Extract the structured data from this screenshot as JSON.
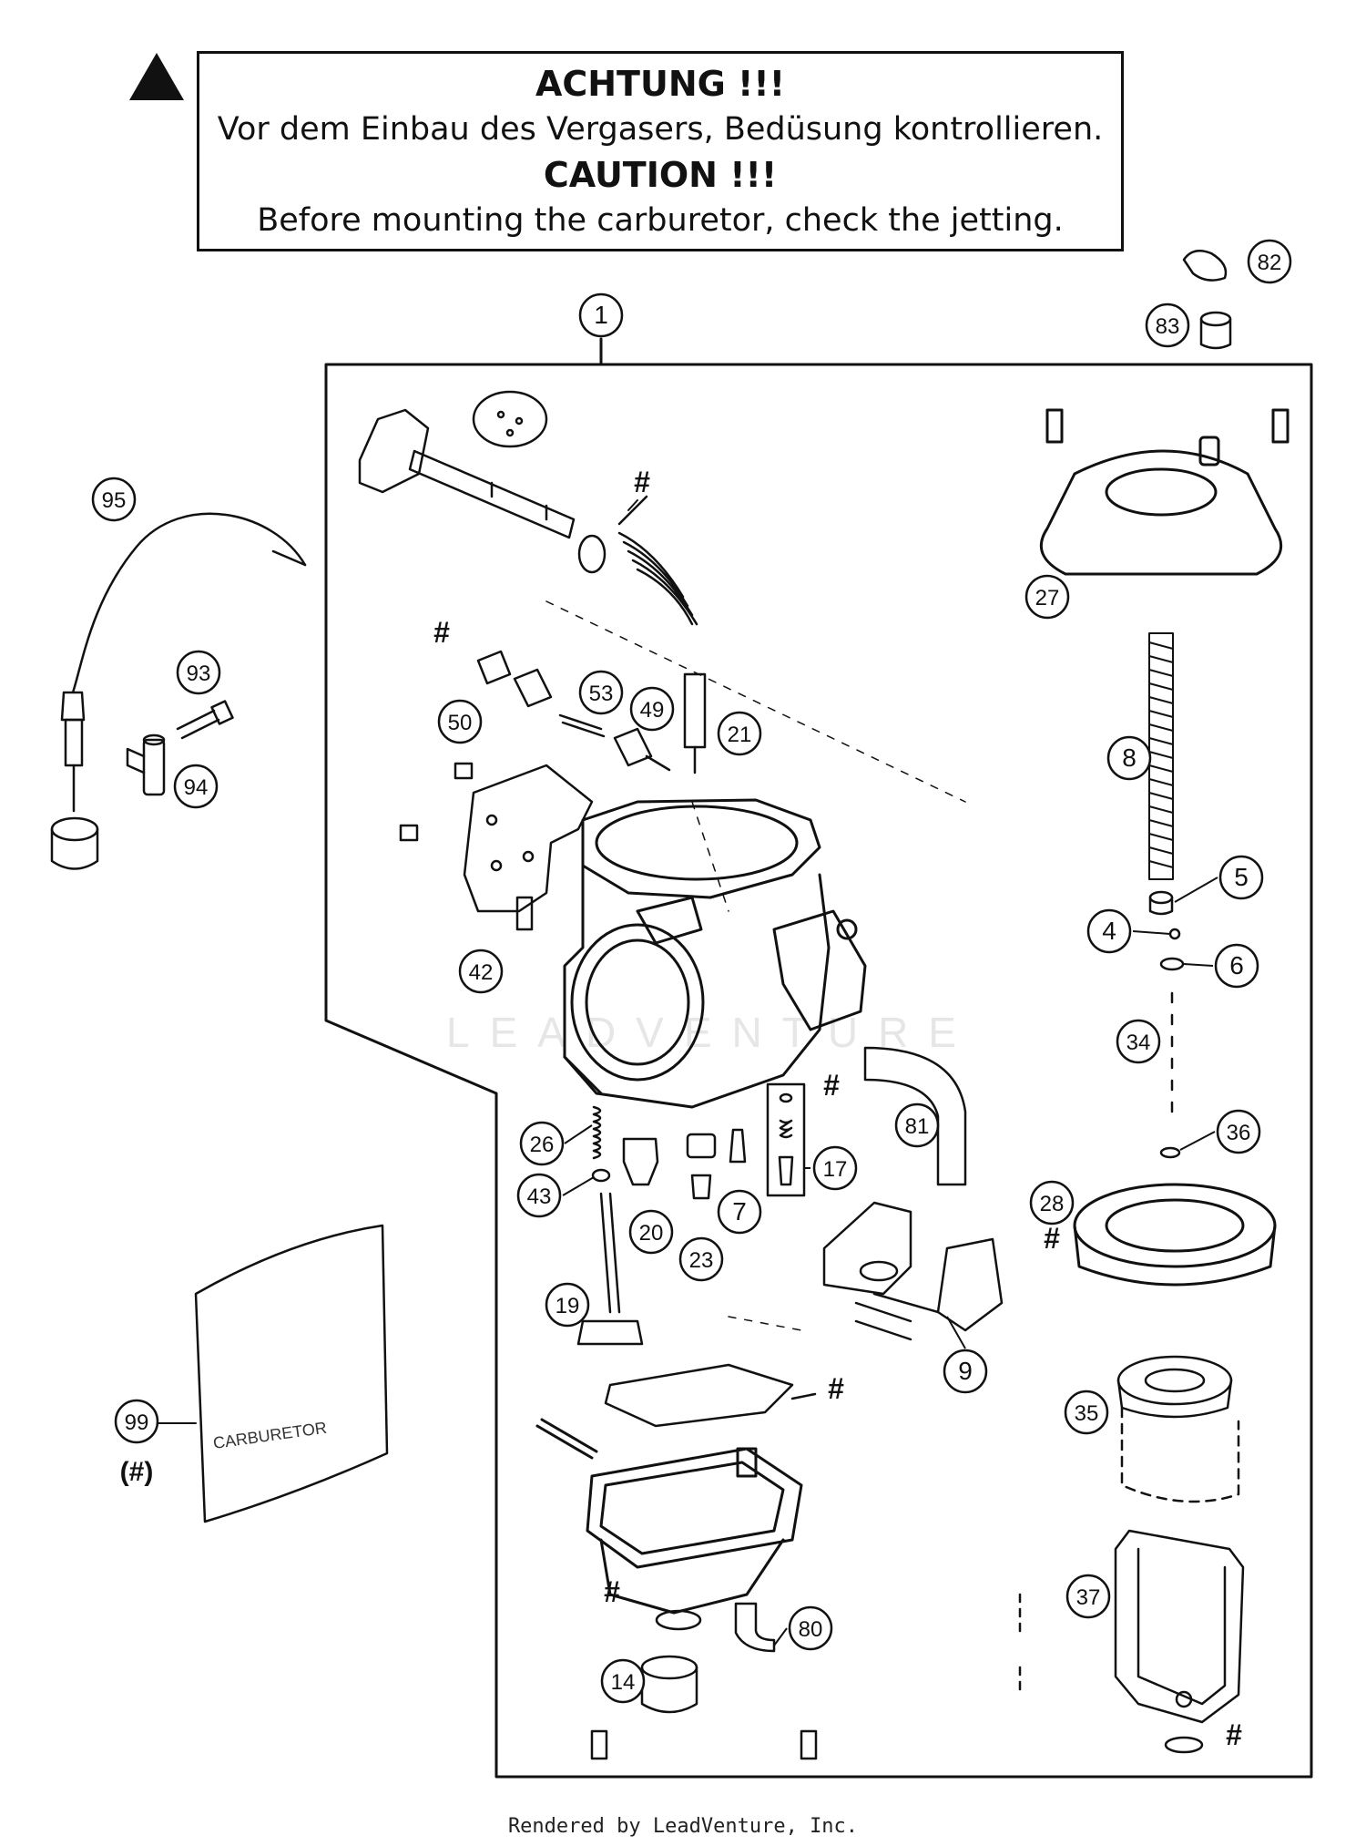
{
  "warning": {
    "title_de": "ACHTUNG !!!",
    "text_de": "Vor dem Einbau des Vergasers, Bedüsung kontrollieren.",
    "title_en": "CAUTION !!!",
    "text_en": "Before mounting the carburetor, check the jetting."
  },
  "watermark": "LEADVENTURE",
  "footer": "Rendered by LeadVenture, Inc.",
  "kit_bag_label": "CARBURETOR",
  "kit_note": "(#)",
  "hash_mark": "#",
  "callouts": [
    "1",
    "4",
    "5",
    "6",
    "7",
    "8",
    "9",
    "14",
    "17",
    "19",
    "20",
    "21",
    "23",
    "26",
    "27",
    "28",
    "34",
    "35",
    "36",
    "37",
    "42",
    "43",
    "49",
    "50",
    "53",
    "80",
    "81",
    "82",
    "83",
    "93",
    "94",
    "95",
    "99"
  ]
}
